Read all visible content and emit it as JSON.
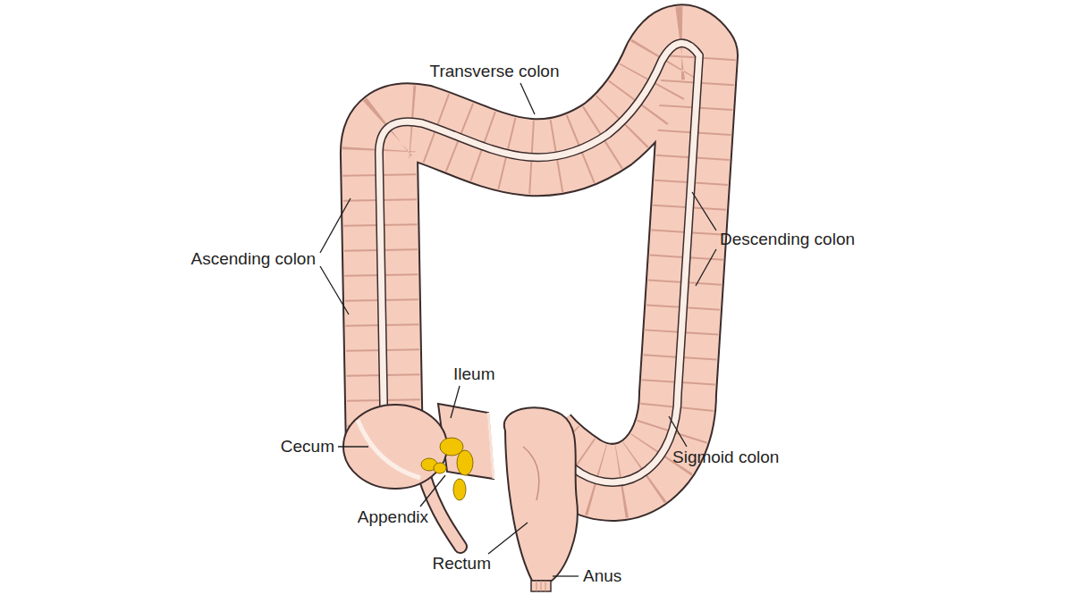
{
  "diagram": {
    "labels": [
      "Transverse colon",
      "Descending colon",
      "Ascending colon",
      "Ileum",
      "Cecum",
      "Sigmoid colon",
      "Appendix",
      "Rectum",
      "Anus"
    ]
  }
}
